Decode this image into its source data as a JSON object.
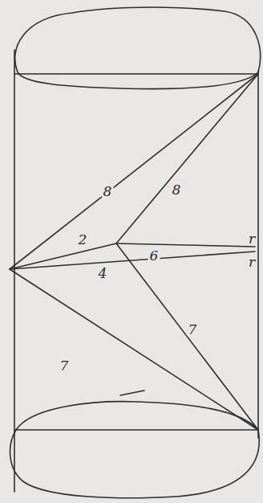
{
  "diagram": {
    "labels": [
      "8",
      "8",
      "2",
      "6",
      "r",
      "r",
      "4",
      "7",
      "7"
    ]
  }
}
